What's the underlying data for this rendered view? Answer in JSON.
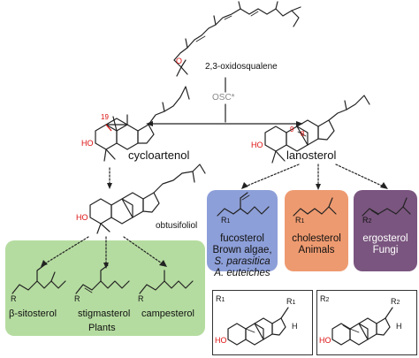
{
  "title_compound": "2,3-oxidosqualene",
  "enzyme": "OSC*",
  "branches": {
    "left": "cycloartenol",
    "right": "lanosterol"
  },
  "intermediate": "obtusifoliol",
  "atom_numbers": {
    "c19": "19",
    "c9": "9",
    "c8": "8"
  },
  "atoms": {
    "ho": "HO",
    "o": "O",
    "h": "H"
  },
  "r_labels": {
    "r1": "R",
    "r1_sub": "1",
    "r2": "R",
    "r2_sub": "2"
  },
  "plants_box": {
    "items": [
      "β-sitosterol",
      "stigmasterol",
      "campesterol"
    ],
    "caption": "Plants",
    "color": "#b5dca0"
  },
  "groups": [
    {
      "sterol": "fucosterol",
      "organisms": [
        "Brown algae,",
        "S. parasitica",
        "A. euteiches"
      ],
      "color": "#8d9fd8"
    },
    {
      "sterol": "cholesterol",
      "organisms": [
        "Animals"
      ],
      "color": "#ee9a70"
    },
    {
      "sterol": "ergosterol",
      "organisms": [
        "Fungi"
      ],
      "color": "#7a557f"
    }
  ],
  "colors": {
    "accent_red": "#dd1111",
    "line": "#222222",
    "gray_text": "#888888"
  }
}
